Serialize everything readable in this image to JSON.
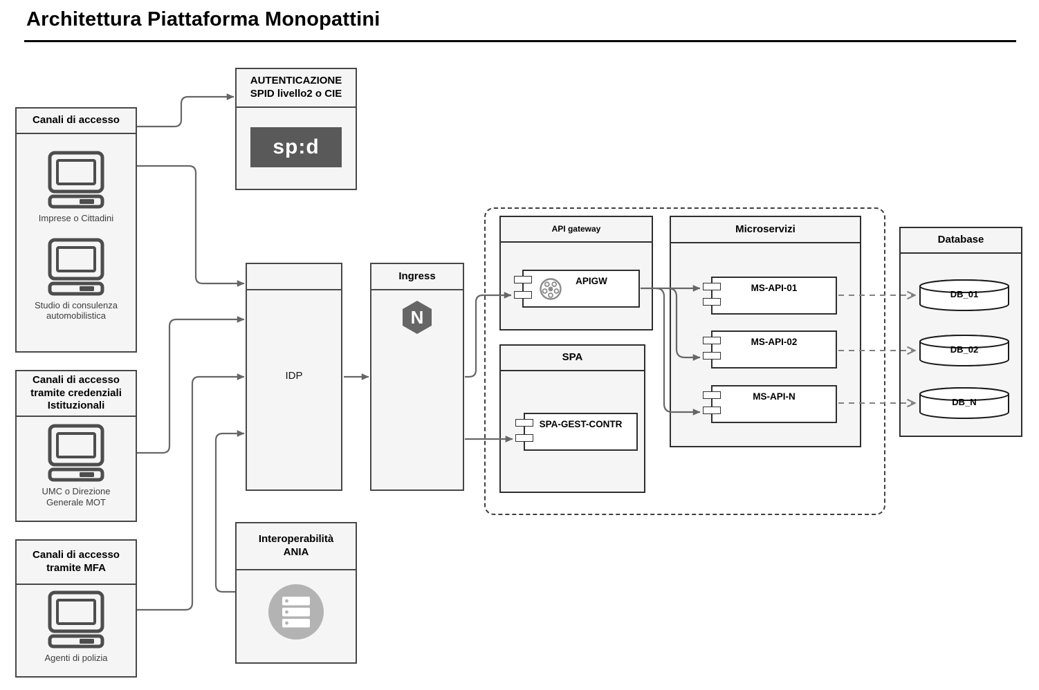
{
  "title": "Architettura Piattaforma Monopattini",
  "canali_accesso": {
    "header": "Canali di accesso",
    "item1_label": "Imprese o Cittadini",
    "item2_label": "Studio di consulenza automobilistica"
  },
  "canali_credenziali": {
    "header": "Canali di accesso tramite credenziali Istituzionali",
    "item1_label": "UMC o Direzione Generale MOT"
  },
  "canali_mfa": {
    "header": "Canali di accesso tramite MFA",
    "item1_label": "Agenti di polizia"
  },
  "autenticazione": {
    "header": "AUTENTICAZIONE SPID livello2 o CIE",
    "logo_text": "sp:d"
  },
  "idp": {
    "label": "IDP"
  },
  "ingress": {
    "header": "Ingress",
    "logo_letter": "N"
  },
  "ania": {
    "header": "Interoperabilità ANIA"
  },
  "api_gateway": {
    "header": "API gateway",
    "component_label": "APIGW"
  },
  "spa": {
    "header": "SPA",
    "component_label": "SPA-GEST-CONTR"
  },
  "microservizi": {
    "header": "Microservizi",
    "component1_label": "MS-API-01",
    "component2_label": "MS-API-02",
    "component3_label": "MS-API-N"
  },
  "database": {
    "header": "Database",
    "db1_label": "DB_01",
    "db2_label": "DB_02",
    "db3_label": "DB_N"
  },
  "colors": {
    "box_fill": "#f5f5f5",
    "group_border": "#474747",
    "component_border": "#2e2e2e",
    "connector": "#666666",
    "spid_bg": "#595959",
    "nginx_fill": "#666666",
    "ania_icon_fill": "#b3b3b3"
  }
}
